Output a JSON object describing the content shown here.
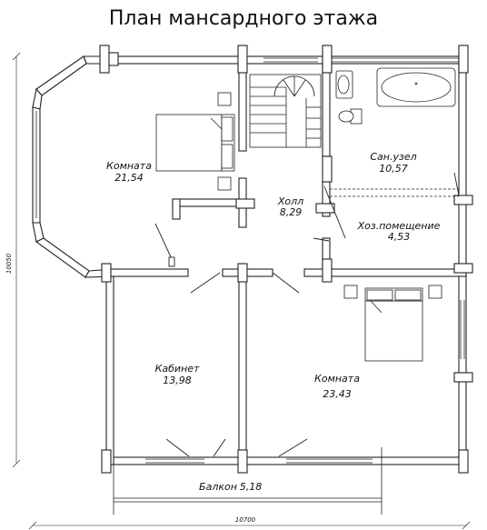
{
  "title": "План мансардного этажа",
  "dimensions": {
    "width": "10700",
    "height": "10050"
  },
  "rooms": [
    {
      "name": "Комната",
      "area": "21,54"
    },
    {
      "name": "Холл",
      "area": "8,29"
    },
    {
      "name": "Сан.узел",
      "area": "10,57"
    },
    {
      "name": "Хоз.помещение",
      "area": "4,53"
    },
    {
      "name": "Кабинет",
      "area": "13,98"
    },
    {
      "name": "Комната",
      "area": "23,43"
    },
    {
      "name": "Балкон",
      "area": "5,18"
    }
  ]
}
